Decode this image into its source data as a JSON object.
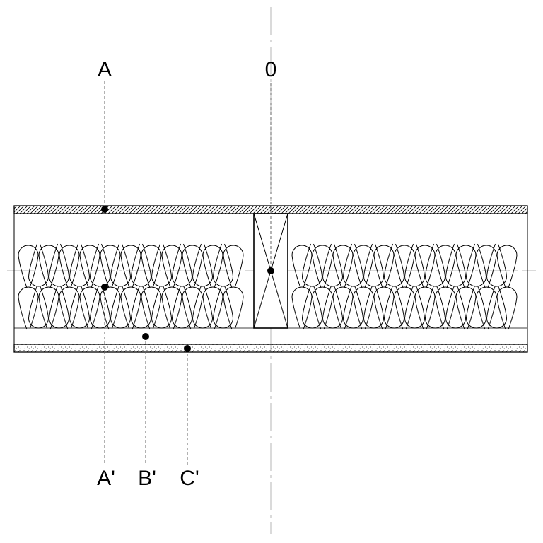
{
  "labels": {
    "a_top": "A",
    "zero_top": "0",
    "a_prime": "A'",
    "b_prime": "B'",
    "c_prime": "C'"
  },
  "colors": {
    "stroke": "#000000",
    "center_line": "#b4b4b4",
    "dashed_leader": "#666666",
    "background": "#ffffff"
  }
}
